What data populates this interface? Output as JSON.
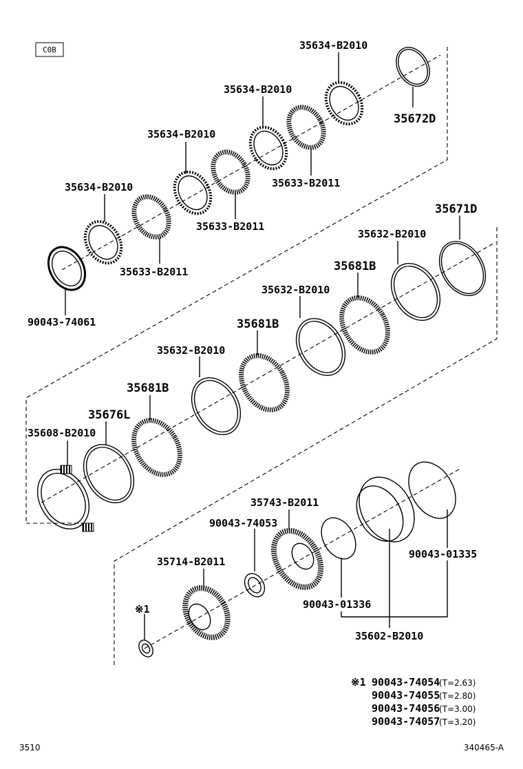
{
  "badge": "C0B",
  "parts": {
    "p35634_a": "35634-B2010",
    "p35634_b": "35634-B2010",
    "p35634_c": "35634-B2010",
    "p35634_d": "35634-B2010",
    "p35672D": "35672D",
    "p35633_a": "35633-B2011",
    "p35633_b": "35633-B2011",
    "p35633_c": "35633-B2011",
    "p90043_74061": "90043-74061",
    "p35671D": "35671D",
    "p35632_a": "35632-B2010",
    "p35632_b": "35632-B2010",
    "p35632_c": "35632-B2010",
    "p35681B_a": "35681B",
    "p35681B_b": "35681B",
    "p35681B_c": "35681B",
    "p35676L": "35676L",
    "p35608": "35608-B2010",
    "p35743": "35743-B2011",
    "p90043_74053": "90043-74053",
    "p35714": "35714-B2011",
    "p90043_01335": "90043-01335",
    "p90043_01336": "90043-01336",
    "p35602": "35602-B2010",
    "ref_mark": "※1"
  },
  "note": {
    "mark": "※1",
    "rows": [
      {
        "part": "90043-74054",
        "thickness": "(T=2.63)"
      },
      {
        "part": "90043-74055",
        "thickness": "(T=2.80)"
      },
      {
        "part": "90043-74056",
        "thickness": "(T=3.00)"
      },
      {
        "part": "90043-74057",
        "thickness": "(T=3.20)"
      }
    ]
  },
  "footer": {
    "left": "3510",
    "right": "340465-A"
  }
}
